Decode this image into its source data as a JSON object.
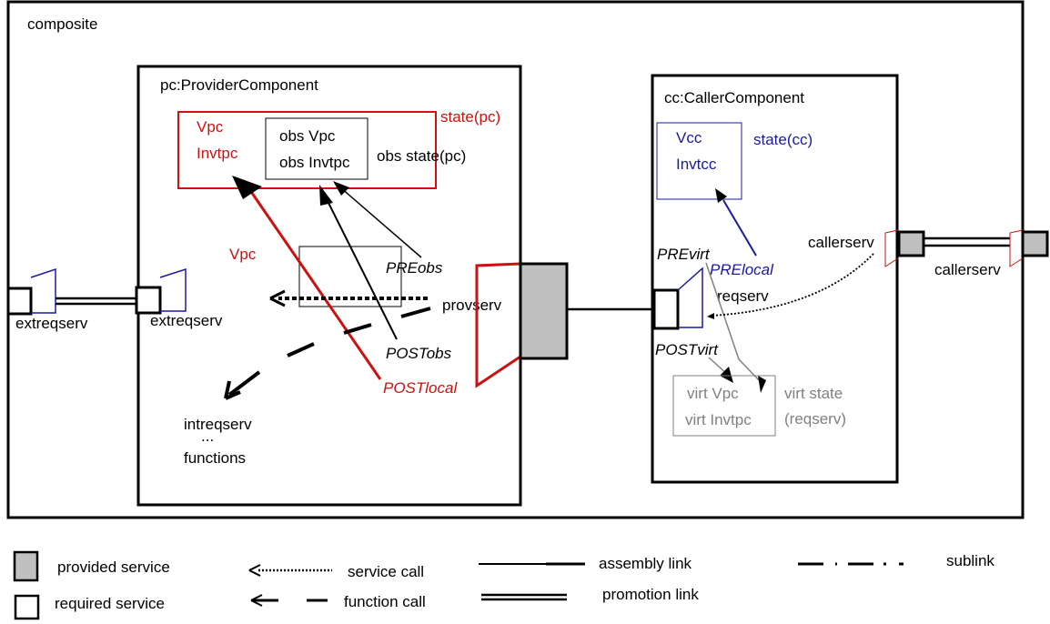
{
  "composite": {
    "label": "composite"
  },
  "provider": {
    "title": "pc:ProviderComponent",
    "state_label": "state(pc)",
    "state_vars": [
      "Vpc",
      "Invtpc"
    ],
    "obs_vars": [
      "obs Vpc",
      "obs Invtpc"
    ],
    "obs_state_label": "obs state(pc)",
    "vpc_arrow_label": "Vpc",
    "pre_obs": "PREobs",
    "post_obs": "POSTobs",
    "post_local": "POSTlocal",
    "provserv": "provserv",
    "extreqserv": "extreqserv",
    "intreqserv": "intreqserv",
    "ellipsis": "...",
    "functions": "functions"
  },
  "outer_extreqserv": "extreqserv",
  "caller": {
    "title": "cc:CallerComponent",
    "state_label": "state(cc)",
    "state_vars": [
      "Vcc",
      "Invtcc"
    ],
    "pre_virt": "PREvirt",
    "pre_local": "PRElocal",
    "reqserv": "reqserv",
    "post_virt": "POSTvirt",
    "virt_vars": [
      "virt Vpc",
      "virt Invtpc"
    ],
    "virt_state_label": [
      "virt state",
      "(reqserv)"
    ],
    "callerserv": "callerserv"
  },
  "outer_callerserv": "callerserv",
  "legend": {
    "provided_service": "provided service",
    "required_service": "required service",
    "service_call": "service call",
    "function_call": "function call",
    "assembly_link": "assembly link",
    "promotion_link": "promotion link",
    "sublink": "sublink"
  },
  "colors": {
    "provider_state": "#cc1111",
    "caller_state": "#1a1aa0",
    "virtual": "#808080",
    "provided_fill": "#c0c0c0"
  }
}
